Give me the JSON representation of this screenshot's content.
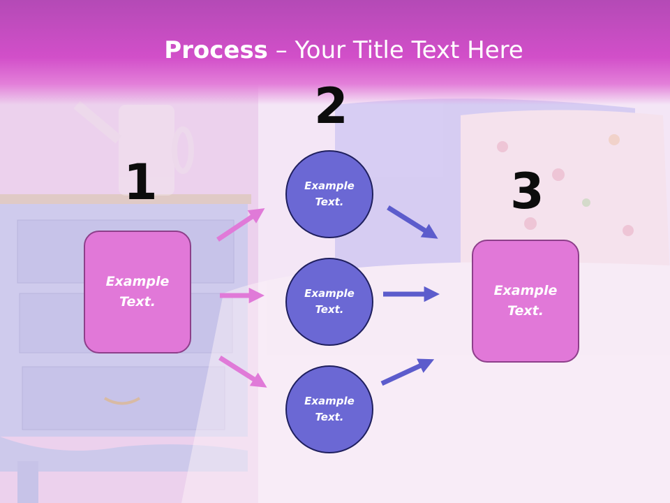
{
  "title": {
    "bold": "Process",
    "rest": " – Your Title Text Here"
  },
  "steps": {
    "n1": "1",
    "n2": "2",
    "n3": "3",
    "box1": "Example Text.",
    "circle_top": "Example Text.",
    "circle_mid": "Example Text.",
    "circle_bottom": "Example Text.",
    "box3": "Example Text."
  },
  "colors": {
    "title_band": "#d24fc9",
    "box_fill": "#e178d8",
    "circle_fill": "#6b68d4",
    "pink_arrow": "#e07ad8",
    "blue_arrow": "#5c5ccc"
  }
}
